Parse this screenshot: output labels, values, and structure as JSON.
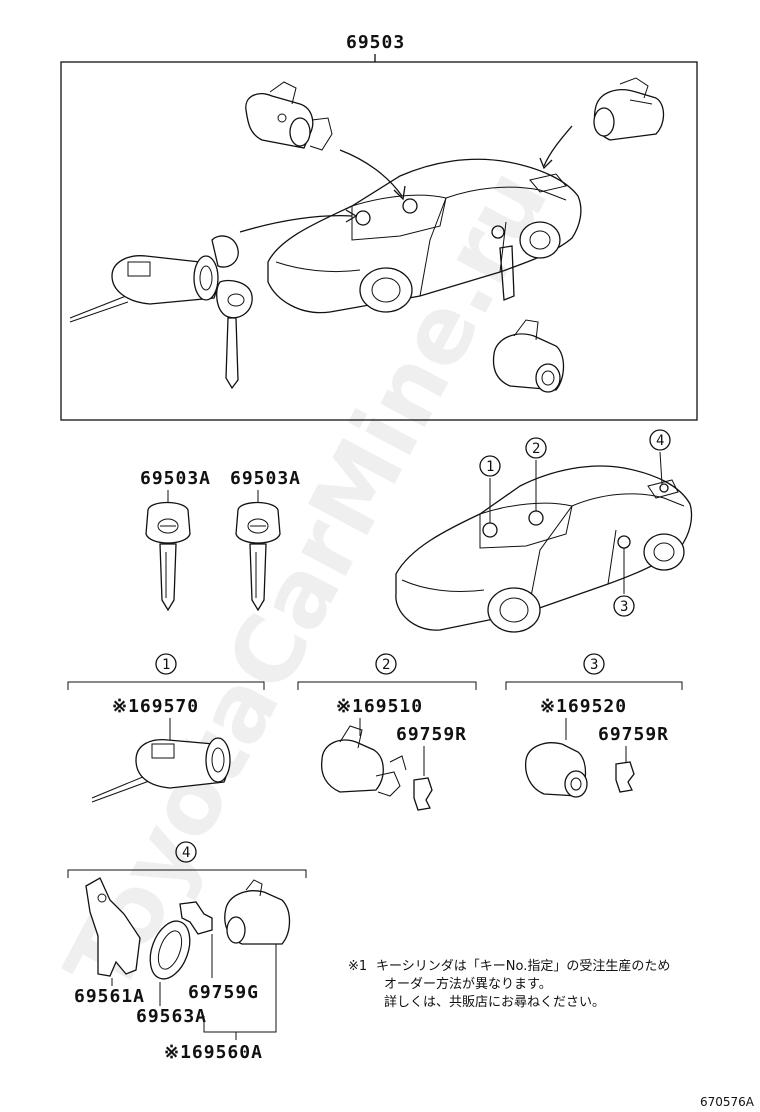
{
  "watermark": "ToyotaCarMine.ru",
  "top_group": {
    "part_number": "69503"
  },
  "keys": {
    "labels": [
      "69503A",
      "69503A"
    ]
  },
  "car_markers": [
    "1",
    "2",
    "3",
    "4"
  ],
  "sections": [
    {
      "marker": "1",
      "parts": [
        "※169570"
      ]
    },
    {
      "marker": "2",
      "parts": [
        "※169510",
        "69759R"
      ]
    },
    {
      "marker": "3",
      "parts": [
        "※169520",
        "69759R"
      ]
    },
    {
      "marker": "4",
      "parts": [
        "69561A",
        "69563A",
        "69759G",
        "※169560A"
      ]
    }
  ],
  "note": {
    "mark": "※1",
    "lines": [
      "キーシリンダは「キーNo.指定」の受注生産のため",
      "オーダー方法が異なります。",
      "詳しくは、共販店にお尋ねください。"
    ]
  },
  "diagram_ref": "670576A"
}
